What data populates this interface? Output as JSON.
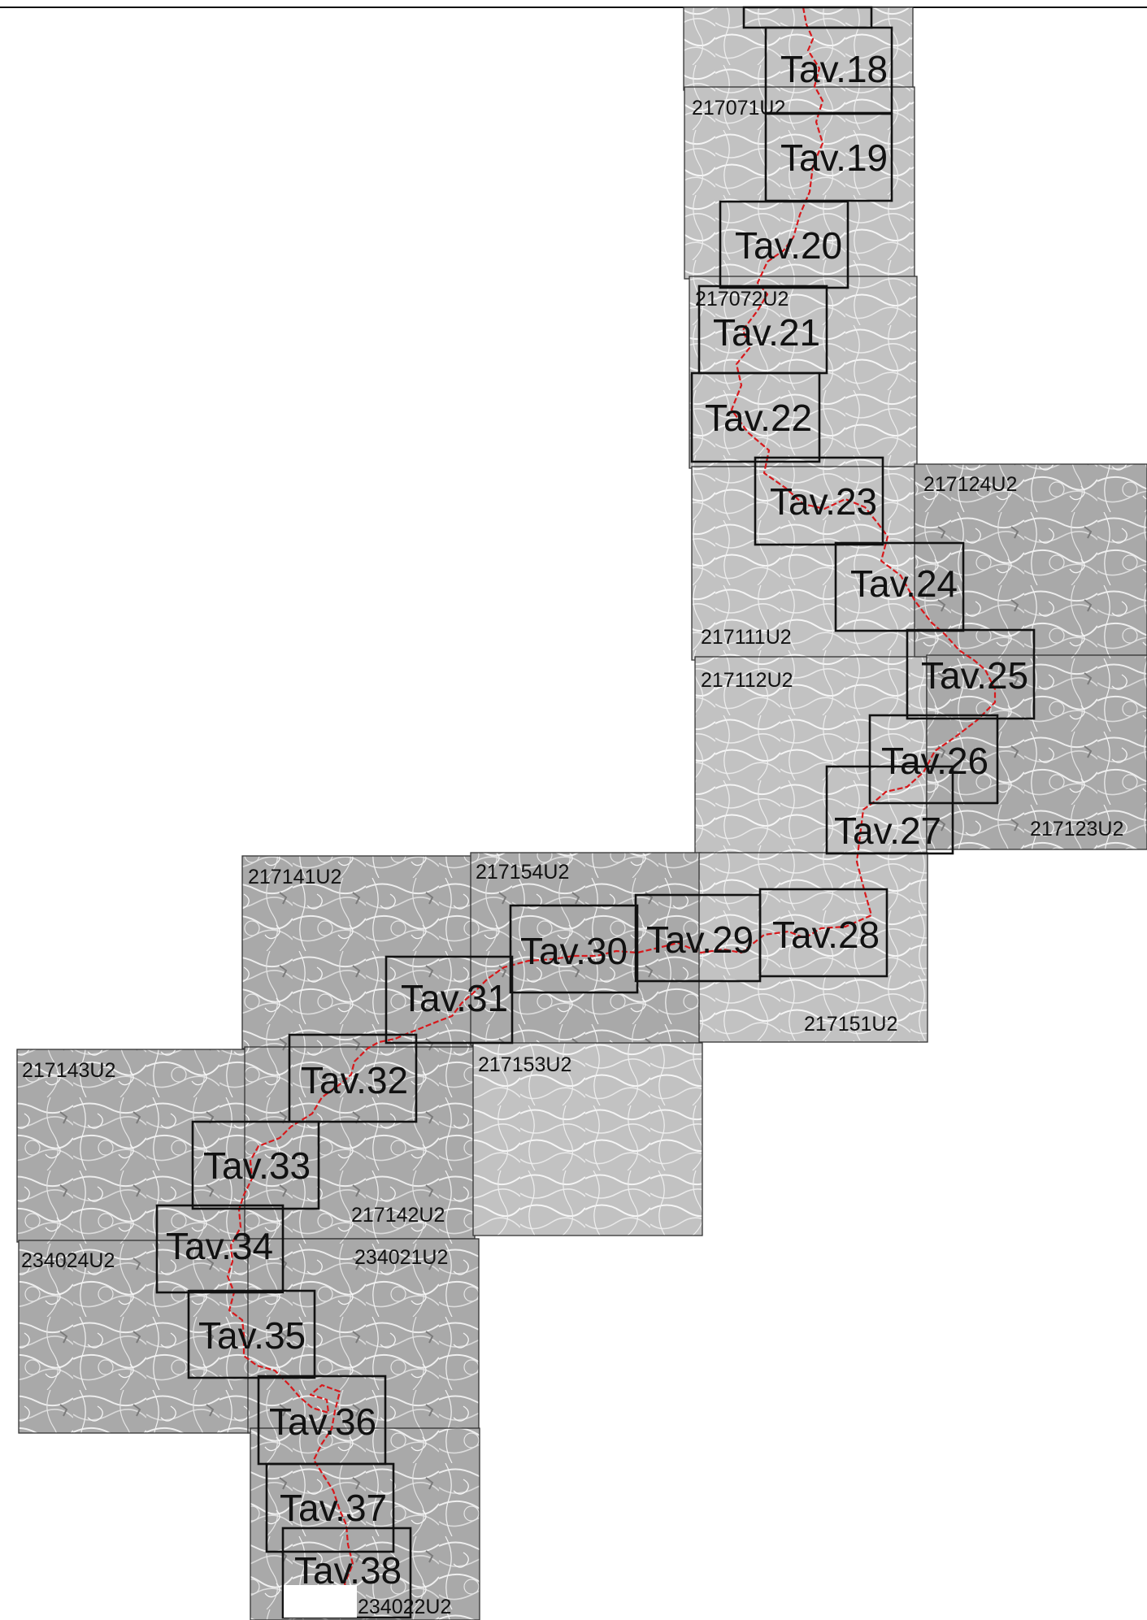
{
  "map": {
    "route_color": "#d7191c",
    "terrain_color": "#8c8c8c",
    "sheets": [
      {
        "id": "217071U2",
        "label": "217071U2"
      },
      {
        "id": "217072U2",
        "label": "217072U2"
      },
      {
        "id": "217124U2",
        "label": "217124U2"
      },
      {
        "id": "217111U2",
        "label": "217111U2"
      },
      {
        "id": "217112U2",
        "label": "217112U2"
      },
      {
        "id": "217123U2",
        "label": "217123U2"
      },
      {
        "id": "217141U2",
        "label": "217141U2"
      },
      {
        "id": "217154U2",
        "label": "217154U2"
      },
      {
        "id": "217151U2",
        "label": "217151U2"
      },
      {
        "id": "217143U2",
        "label": "217143U2"
      },
      {
        "id": "217153U2",
        "label": "217153U2"
      },
      {
        "id": "217142U2",
        "label": "217142U2"
      },
      {
        "id": "234024U2",
        "label": "234024U2"
      },
      {
        "id": "234021U2",
        "label": "234021U2"
      },
      {
        "id": "234022U2",
        "label": "234022U2"
      }
    ],
    "tavole": [
      {
        "id": "18",
        "label": "Tav.18"
      },
      {
        "id": "19",
        "label": "Tav.19"
      },
      {
        "id": "20",
        "label": "Tav.20"
      },
      {
        "id": "21",
        "label": "Tav.21"
      },
      {
        "id": "22",
        "label": "Tav.22"
      },
      {
        "id": "23",
        "label": "Tav.23"
      },
      {
        "id": "24",
        "label": "Tav.24"
      },
      {
        "id": "25",
        "label": "Tav.25"
      },
      {
        "id": "26",
        "label": "Tav.26"
      },
      {
        "id": "27",
        "label": "Tav.27"
      },
      {
        "id": "28",
        "label": "Tav.28"
      },
      {
        "id": "29",
        "label": "Tav.29"
      },
      {
        "id": "30",
        "label": "Tav.30"
      },
      {
        "id": "31",
        "label": "Tav.31"
      },
      {
        "id": "32",
        "label": "Tav.32"
      },
      {
        "id": "33",
        "label": "Tav.33"
      },
      {
        "id": "34",
        "label": "Tav.34"
      },
      {
        "id": "35",
        "label": "Tav.35"
      },
      {
        "id": "36",
        "label": "Tav.36"
      },
      {
        "id": "37",
        "label": "Tav.37"
      },
      {
        "id": "38",
        "label": "Tav.38"
      }
    ]
  }
}
